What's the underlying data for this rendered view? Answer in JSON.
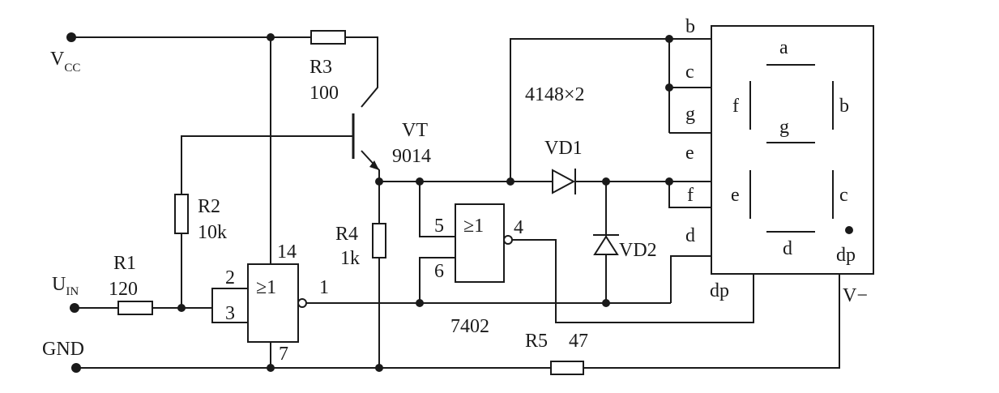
{
  "supply": {
    "vcc_main": "V",
    "vcc_sub": "CC",
    "gnd": "GND",
    "vminus": "V−"
  },
  "input": {
    "main": "U",
    "sub": "IN"
  },
  "resistors": {
    "r1": {
      "name": "R1",
      "value": "120"
    },
    "r2": {
      "name": "R2",
      "value": "10k"
    },
    "r3": {
      "name": "R3",
      "value": "100"
    },
    "r4": {
      "name": "R4",
      "value": "1k"
    },
    "r5": {
      "name": "R5",
      "value": "47"
    }
  },
  "transistor": {
    "name": "VT",
    "part": "9014"
  },
  "diodes": {
    "vd1": "VD1",
    "vd2": "VD2",
    "part": "4148×2"
  },
  "gate1": {
    "symbol": "≥1",
    "pin_in_a": "2",
    "pin_in_b": "3",
    "pin_out": "1",
    "pin_vcc": "14",
    "pin_gnd": "7"
  },
  "gate2": {
    "symbol": "≥1",
    "pin_in_a": "5",
    "pin_in_b": "6",
    "pin_out": "4",
    "chip": "7402"
  },
  "display": {
    "pins": [
      "b",
      "c",
      "g",
      "e",
      "f",
      "d",
      "dp"
    ],
    "segments": {
      "a": "a",
      "b": "b",
      "c": "c",
      "d": "d",
      "e": "e",
      "f": "f",
      "g": "g",
      "dp": "dp"
    }
  }
}
